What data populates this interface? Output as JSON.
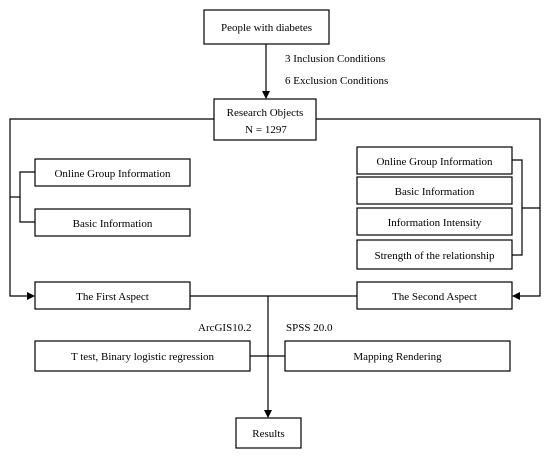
{
  "nodes": {
    "start": "People with diabetes",
    "inclusion": "3 Inclusion Conditions",
    "exclusion": "6 Exclusion Conditions",
    "research_objects": "Research Objects",
    "n_count": "N = 1297",
    "left_online_group": "Online Group Information",
    "left_basic": "Basic Information",
    "right_online_group": "Online Group Information",
    "right_basic": "Basic Information",
    "right_intensity": "Information Intensity",
    "right_strength": "Strength of the relationship",
    "first_aspect": "The First Aspect",
    "second_aspect": "The Second Aspect",
    "arcgis": "ArcGIS10.2",
    "spss": "SPSS 20.0",
    "ttest": "T test, Binary logistic regression",
    "mapping": "Mapping Rendering",
    "results": "Results"
  }
}
